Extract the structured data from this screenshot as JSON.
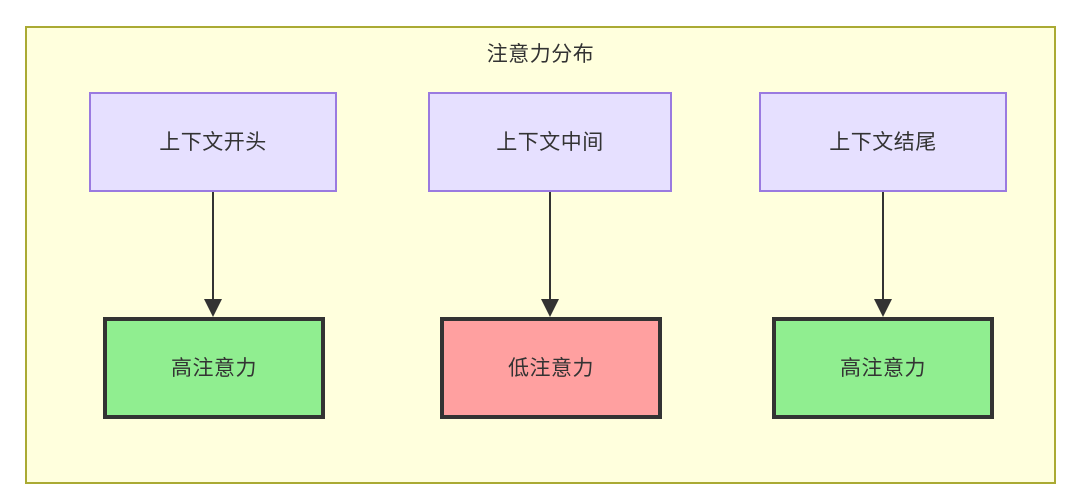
{
  "diagram": {
    "title": "注意力分布",
    "colors": {
      "container_fill": "#ffffdd",
      "container_border": "#aaaa33",
      "context_fill": "#e6e0ff",
      "context_border": "#9a7ae0",
      "high_attention_fill": "#90ee90",
      "low_attention_fill": "#ffa0a0",
      "node_border_dark": "#333333",
      "edge": "#333333",
      "text": "#333333"
    },
    "nodes": {
      "context_start": "上下文开头",
      "context_middle": "上下文中间",
      "context_end": "上下文结尾",
      "attention_start": "高注意力",
      "attention_middle": "低注意力",
      "attention_end": "高注意力"
    },
    "edges": [
      {
        "from": "上下文开头",
        "to": "高注意力",
        "label": ""
      },
      {
        "from": "上下文中间",
        "to": "低注意力",
        "label": ""
      },
      {
        "from": "上下文结尾",
        "to": "高注意力",
        "label": ""
      }
    ]
  }
}
